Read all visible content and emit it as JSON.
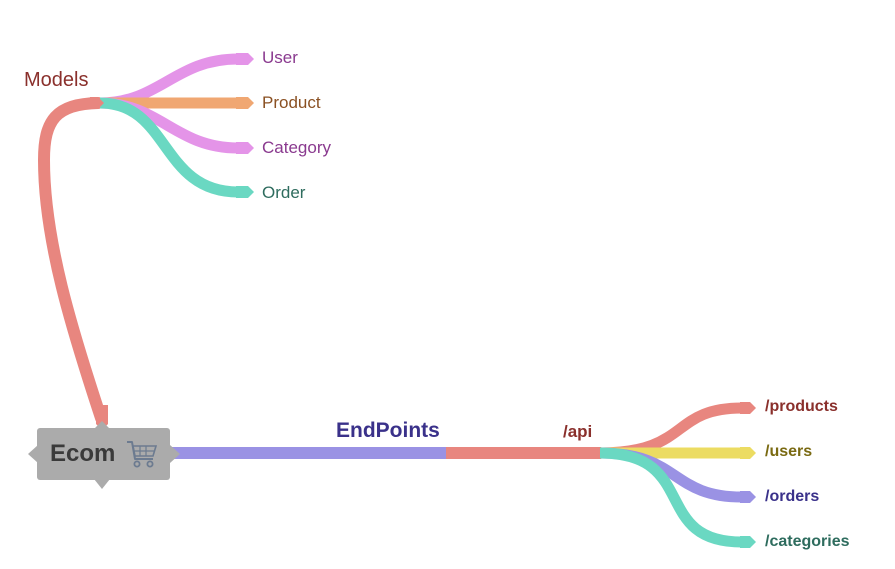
{
  "root": {
    "label": "Ecom",
    "icon": "shopping-cart-icon"
  },
  "branches": {
    "models": {
      "label": "Models",
      "color": "#e8867f",
      "children": [
        {
          "label": "User",
          "color": "#e494e8",
          "text_color": "#8a3a8f"
        },
        {
          "label": "Product",
          "color": "#f0a772",
          "text_color": "#8a5022"
        },
        {
          "label": "Category",
          "color": "#e494e8",
          "text_color": "#8a3a8f"
        },
        {
          "label": "Order",
          "color": "#6ad8c2",
          "text_color": "#2e6c5e"
        }
      ]
    },
    "endpoints": {
      "label": "EndPoints",
      "color": "#9a92e4",
      "text_color": "#3a318a",
      "api": {
        "label": "/api",
        "color": "#e8867f",
        "text_color": "#8a302c",
        "children": [
          {
            "label": "/products",
            "color": "#e8867f",
            "text_color": "#8a302c"
          },
          {
            "label": "/users",
            "color": "#ecdc62",
            "text_color": "#7a6a12"
          },
          {
            "label": "/orders",
            "color": "#9a92e4",
            "text_color": "#3a318a"
          },
          {
            "label": "/categories",
            "color": "#6ad8c2",
            "text_color": "#2e6c5e"
          }
        ]
      }
    }
  }
}
